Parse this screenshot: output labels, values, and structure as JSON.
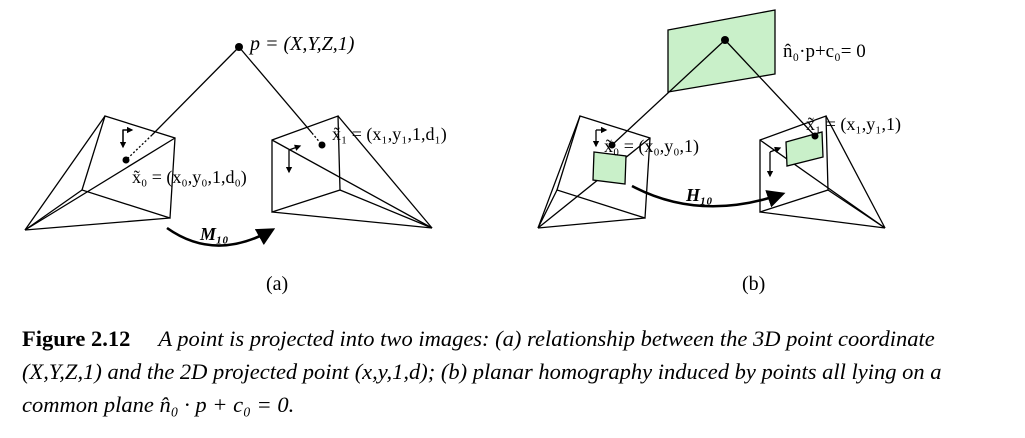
{
  "figure": {
    "panel_a": {
      "point_label": "p = (X,Y,Z,1)",
      "left_image_point_label": "x̃₀ = (x₀,y₀,1,d₀)",
      "right_image_point_label": "x̃₁ = (x₁,y₁,1,d₁)",
      "transform_label": "M₁₀",
      "panel_caption": "(a)"
    },
    "panel_b": {
      "plane_label": "n̂₀·p+c₀= 0",
      "left_image_point_label": "x̃₀ = (x₀,y₀,1)",
      "right_image_point_label": "x̃₁ = (x₁,y₁,1)",
      "transform_label": "H₁₀",
      "panel_caption": "(b)"
    },
    "plane_fill_color": "#c9f0c9"
  },
  "caption": {
    "label": "Figure 2.12",
    "text": "A point is projected into two images: (a) relationship between the 3D point coordinate (X,Y,Z,1) and the 2D projected point (x,y,1,d); (b) planar homography induced by points all lying on a common plane n̂₀ · p + c₀ = 0."
  }
}
